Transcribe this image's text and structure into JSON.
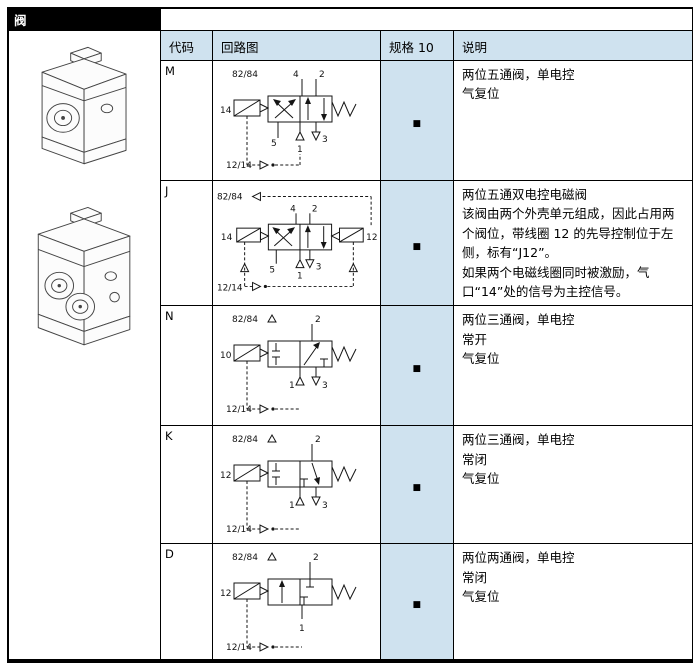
{
  "page": {
    "corner_label": "阀"
  },
  "colors": {
    "header_bg": "#cfe2ef",
    "spec_bg": "#cfe2ef",
    "bar_bg": "#000000"
  },
  "table": {
    "headers": {
      "code": "代码",
      "diagram": "回路图",
      "spec": "规格 10",
      "desc": "说明"
    },
    "rows": [
      {
        "code": "M",
        "spec_marker": "■",
        "desc": [
          "两位五通阀，单电控",
          "气复位"
        ],
        "labels": {
          "pilot": "82/84",
          "p4": "4",
          "p2": "2",
          "left": "14",
          "p5": "5",
          "p3": "3",
          "p1": "1",
          "bottom": "12/14"
        }
      },
      {
        "code": "J",
        "spec_marker": "■",
        "desc": [
          "两位五通双电控电磁阀",
          "该阀由两个外壳单元组成，因此占用两个阀位，带线圈 12 的先导控制位于左侧，标有“J12”。",
          "如果两个电磁线圈同时被激励，气口“14”处的信号为主控信号。"
        ],
        "labels": {
          "pilot": "82/84",
          "p4": "4",
          "p2": "2",
          "left": "14",
          "right": "12",
          "p5": "5",
          "p3": "3",
          "p1": "1",
          "bottom": "12/14"
        }
      },
      {
        "code": "N",
        "spec_marker": "■",
        "desc": [
          "两位三通阀，单电控",
          "常开",
          "气复位"
        ],
        "labels": {
          "pilot": "82/84",
          "p2": "2",
          "left": "10",
          "p1": "1",
          "p3": "3",
          "bottom": "12/14"
        }
      },
      {
        "code": "K",
        "spec_marker": "■",
        "desc": [
          "两位三通阀，单电控",
          "常闭",
          "气复位"
        ],
        "labels": {
          "pilot": "82/84",
          "p2": "2",
          "left": "12",
          "p1": "1",
          "p3": "3",
          "bottom": "12/14"
        }
      },
      {
        "code": "D",
        "spec_marker": "■",
        "desc": [
          "两位两通阀，单电控",
          "常闭",
          "气复位"
        ],
        "labels": {
          "pilot": "82/84",
          "p2": "2",
          "left": "12",
          "p1": "1",
          "bottom": "12/14"
        }
      }
    ]
  }
}
